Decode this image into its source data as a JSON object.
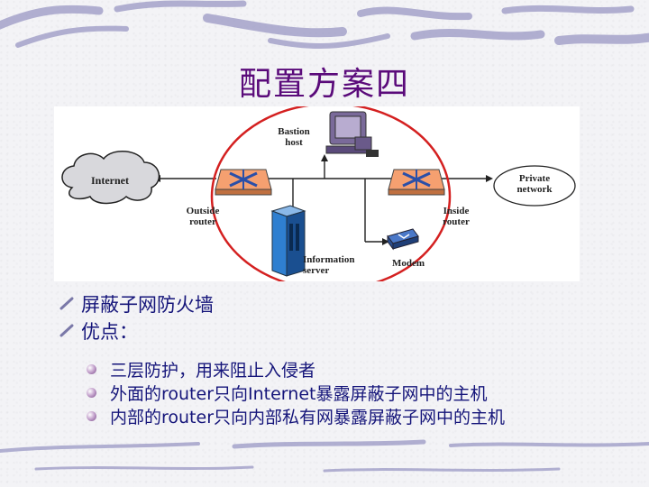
{
  "slide": {
    "title": "配置方案四"
  },
  "diagram": {
    "labels": {
      "internet": "Internet",
      "bastion_host": "Bastion host",
      "outside_router": "Outside router",
      "inside_router": "Inside router",
      "private_network": "Private network",
      "information_server": "Information server",
      "modem": "Modem"
    },
    "icons": [
      "cloud-icon",
      "router-icon",
      "bastion-host-icon",
      "server-icon",
      "modem-icon"
    ],
    "colors": {
      "highlight_circle": "#d42020",
      "router": "#f5a070",
      "server": "#2f7fd0",
      "host": "#7a6a9a"
    }
  },
  "bullets": [
    {
      "text": "屏蔽子网防火墙",
      "children": []
    },
    {
      "text": "优点：",
      "children": [
        "三层防护，用来阻止入侵者",
        "外面的router只向Internet暴露屏蔽子网中的主机",
        "内部的router只向内部私有网暴露屏蔽子网中的主机"
      ]
    }
  ],
  "colors": {
    "title": "#5a0a7a",
    "text": "#15157a",
    "decor": "#8a88b8"
  }
}
